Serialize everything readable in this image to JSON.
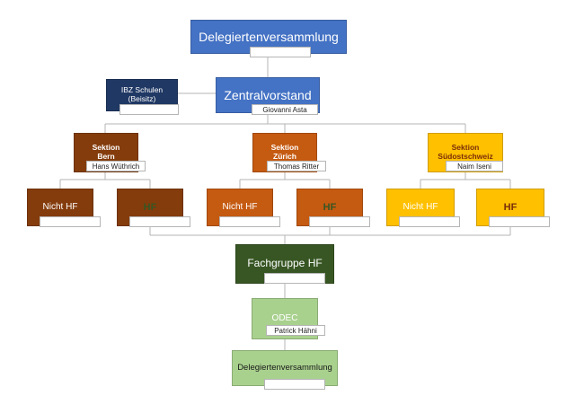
{
  "colors": {
    "blue": "#4472c4",
    "navy": "#203864",
    "bern": "#843c0c",
    "zurich": "#c55a11",
    "suedost": "#ffc000",
    "green_dark": "#375623",
    "green_light": "#a9d18e",
    "line": "#b4b4b4"
  },
  "top": {
    "title": "Delegiertenversammlung",
    "person": ""
  },
  "ibz": {
    "line1": "IBZ Schulen",
    "line2": "(Beisitz)",
    "person": ""
  },
  "zv": {
    "title": "Zentralvorstand",
    "person": "Giovanni Asta"
  },
  "bern": {
    "line1": "Sektion",
    "line2": "Bern",
    "person": "Hans Wüthrich",
    "nicht_hf": {
      "label": "Nicht HF",
      "person": ""
    },
    "hf": {
      "label": "HF",
      "person": ""
    }
  },
  "zurich": {
    "line1": "Sektion",
    "line2": "Zürich",
    "person": "Thomas Ritter",
    "nicht_hf": {
      "label": "Nicht HF",
      "person": ""
    },
    "hf": {
      "label": "HF",
      "person": ""
    }
  },
  "suedost": {
    "line1": "Sektion",
    "line2": "Südostschweiz",
    "person": "Naim Iseni",
    "nicht_hf": {
      "label": "Nicht HF",
      "person": ""
    },
    "hf": {
      "label": "HF",
      "person": ""
    }
  },
  "fachgruppe": {
    "title": "Fachgruppe HF",
    "person": ""
  },
  "odec": {
    "title": "ODEC",
    "person": "Patrick Hähni"
  },
  "bottom": {
    "title": "Delegiertenversammlung",
    "person": ""
  }
}
